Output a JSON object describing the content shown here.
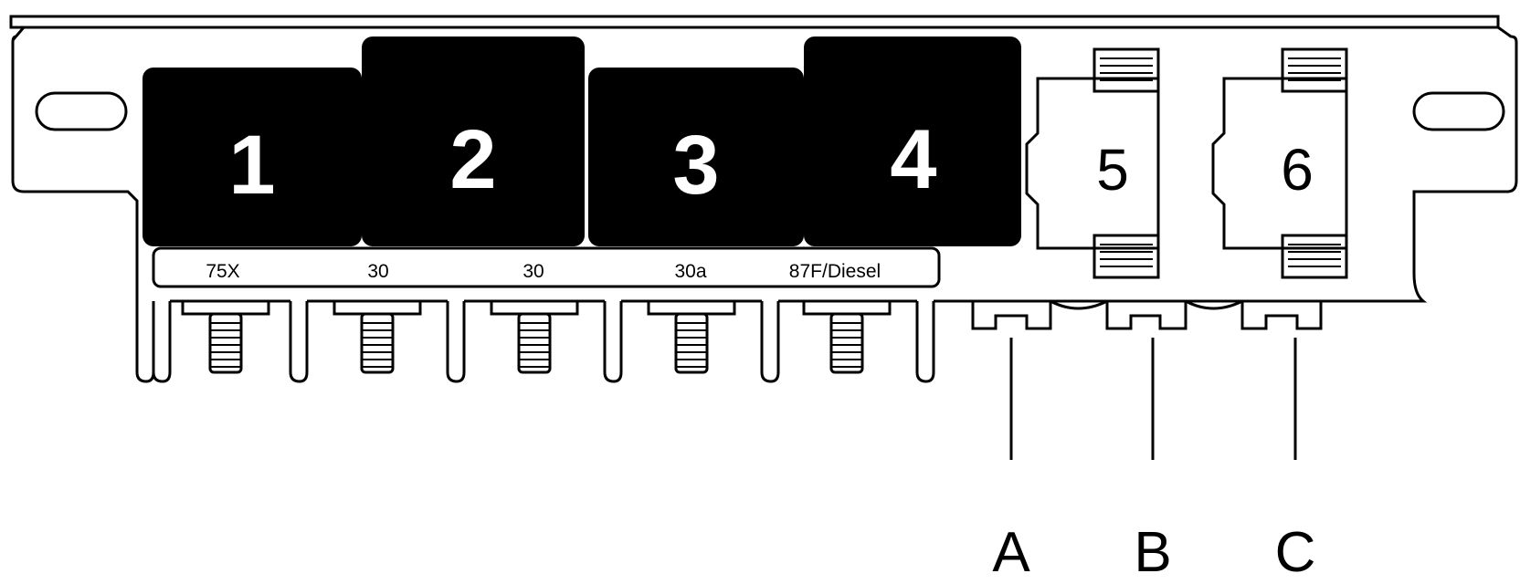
{
  "fuses": [
    {
      "number": "1",
      "terminal": "75X"
    },
    {
      "number": "2",
      "terminal": "30"
    },
    {
      "number": "3",
      "terminal": "30"
    },
    {
      "number": "4",
      "terminal": "30a"
    },
    {
      "number": "",
      "terminal": "87F/Diesel"
    }
  ],
  "relays": [
    {
      "number": "5"
    },
    {
      "number": "6"
    }
  ],
  "callouts": [
    "A",
    "B",
    "C"
  ],
  "colors": {
    "line": "#000000",
    "fuse_fill": "#000000",
    "fuse_text": "#ffffff",
    "background": "#ffffff"
  }
}
